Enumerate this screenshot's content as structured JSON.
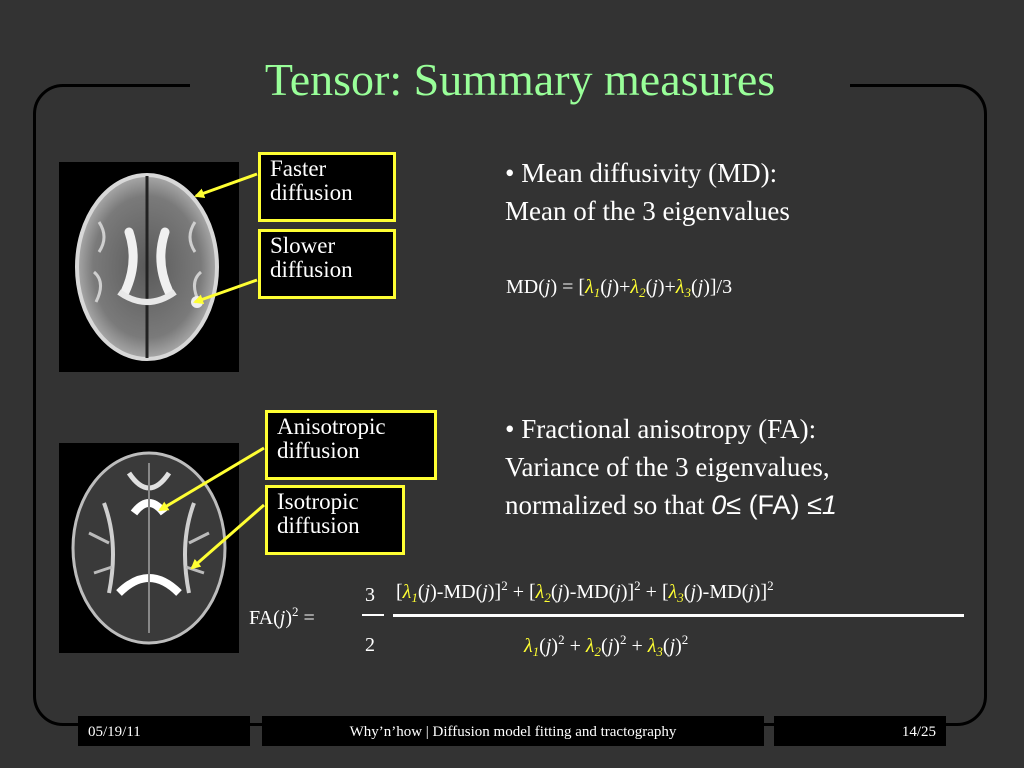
{
  "slide": {
    "title": "Tensor: Summary measures"
  },
  "labels": {
    "faster": "Faster\ndiffusion",
    "slower": "Slower\ndiffusion",
    "anisotropic": "Anisotropic\ndiffusion",
    "isotropic": "Isotropic\ndiffusion"
  },
  "md": {
    "line1": "• Mean diffusivity (MD):",
    "line2": "Mean of the 3 eigenvalues",
    "formula": {
      "lhs_a": "MD(",
      "lhs_j": "j",
      "lhs_b": ") = [",
      "lam": "λ",
      "sub1": "1",
      "sub2": "2",
      "sub3": "3",
      "arg_open": "(",
      "arg_j": "j",
      "arg_close_plus": ")+",
      "arg_close": ")",
      "tail": "]/3"
    }
  },
  "fa": {
    "line1": "• Fractional anisotropy (FA):",
    "line2": "Variance of the 3 eigenvalues,",
    "line3": "normalized so that ",
    "range_a": "0",
    "range_le": "≤",
    "range_fa": " (FA) ",
    "range_le2": "≤",
    "range_b": "1",
    "formula": {
      "lhs_a": "FA(",
      "lhs_j": "j",
      "lhs_b": ")",
      "lhs_sup": "2",
      "lhs_eq": " =",
      "coef_num": "3",
      "coef_den": "2",
      "num_open": "[",
      "num_mid": "(",
      "num_j": "j",
      "num_md": ")-MD(",
      "num_close": ")]",
      "sq": "2",
      "plus": " + ",
      "den_open": "(",
      "den_close": ")"
    }
  },
  "footer": {
    "date": "05/19/11",
    "center": "Why’n’how | Diffusion model fitting and tractography",
    "page": "14/25"
  },
  "colors": {
    "background": "#333333",
    "title": "#99ff99",
    "accent": "#ffff33",
    "frame": "#000000"
  }
}
